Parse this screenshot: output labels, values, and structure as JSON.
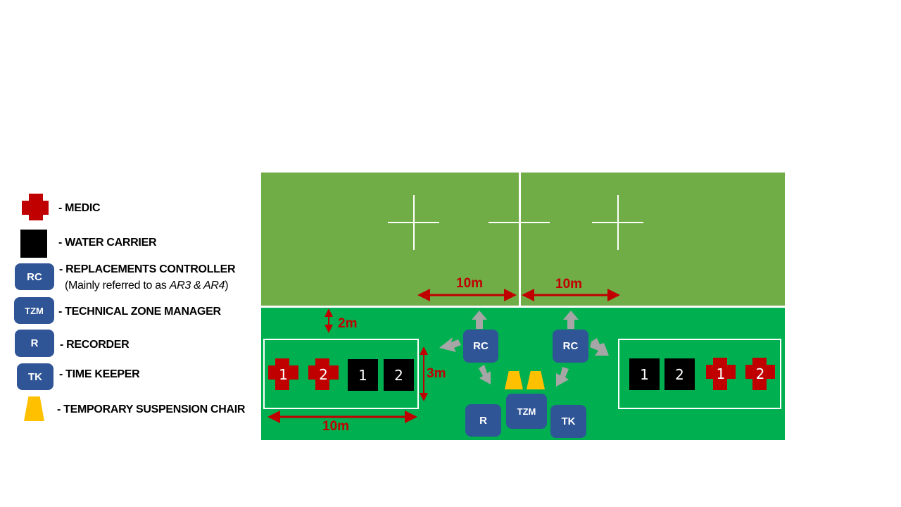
{
  "legend": {
    "items": [
      {
        "icon": "medic-cross-icon",
        "label": "- MEDIC"
      },
      {
        "icon": "water-carrier-square-icon",
        "label": "- WATER CARRIER"
      },
      {
        "icon": "rc-badge",
        "badge": "RC",
        "label": "- REPLACEMENTS CONTROLLER",
        "sub_prefix": "(Mainly referred to as ",
        "sub_italic": "AR3 & AR4",
        "sub_suffix": ")"
      },
      {
        "icon": "tzm-badge",
        "badge": "TZM",
        "label": "- TECHNICAL ZONE MANAGER"
      },
      {
        "icon": "r-badge",
        "badge": "R",
        "label": "- RECORDER"
      },
      {
        "icon": "tk-badge",
        "badge": "TK",
        "label": "- TIME KEEPER"
      },
      {
        "icon": "suspension-chair-icon",
        "label": "- TEMPORARY SUSPENSION CHAIR"
      }
    ]
  },
  "field": {
    "colors": {
      "pitch": "#70ad47",
      "technical_area": "#00b050",
      "lines": "#ffffff",
      "dimension": "#c00000",
      "official": "#2f5597",
      "medic": "#c00000",
      "water": "#000000",
      "chair": "#ffc000",
      "arrow": "#a6a6a6"
    },
    "dimensions": {
      "halfway_left": "10m",
      "halfway_right": "10m",
      "offset_from_touchline": "2m",
      "zone_depth": "3m",
      "zone_length": "10m"
    },
    "left_zone": {
      "medics": [
        "1",
        "2"
      ],
      "water_carriers": [
        "1",
        "2"
      ]
    },
    "right_zone": {
      "water_carriers": [
        "1",
        "2"
      ],
      "medics": [
        "1",
        "2"
      ]
    },
    "officials": {
      "rc_left": "RC",
      "rc_right": "RC",
      "recorder": "R",
      "tzm": "TZM",
      "time_keeper": "TK"
    }
  }
}
